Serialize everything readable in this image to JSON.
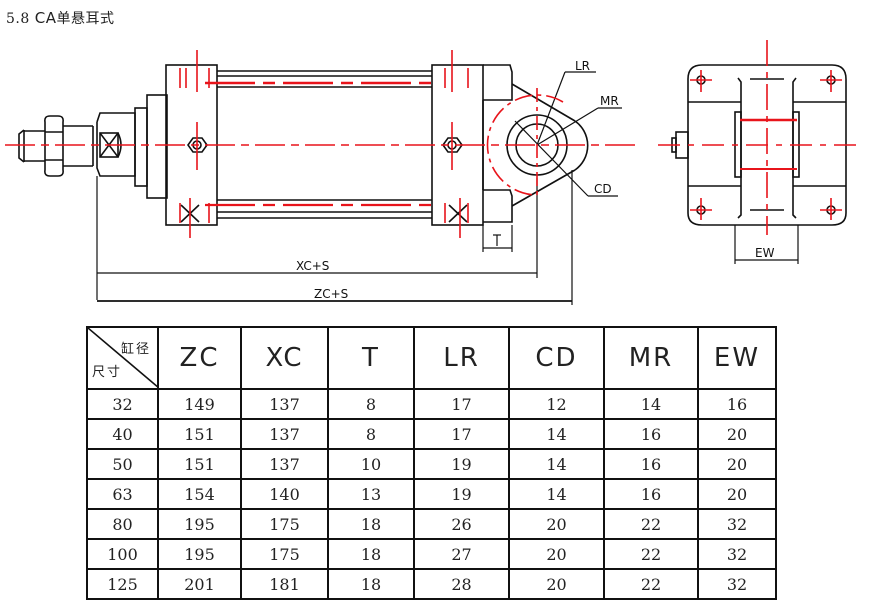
{
  "title": {
    "section": "5.8",
    "model": "CA",
    "name": "单悬耳式"
  },
  "drawing": {
    "labels": {
      "lr": "LR",
      "mr": "MR",
      "cd": "CD",
      "t": "T",
      "ew": "EW",
      "xc_s": "XC+S",
      "zc_s": "ZC+S"
    },
    "colors": {
      "line": "#111111",
      "centerline": "#e8141b"
    }
  },
  "table": {
    "corner": {
      "top_right": "缸径",
      "bottom_left": "尺寸"
    },
    "columns": [
      "ZC",
      "XC",
      "T",
      "LR",
      "CD",
      "MR",
      "EW"
    ],
    "rows": [
      {
        "bore": "32",
        "values": [
          "149",
          "137",
          "8",
          "17",
          "12",
          "14",
          "16"
        ]
      },
      {
        "bore": "40",
        "values": [
          "151",
          "137",
          "8",
          "17",
          "14",
          "16",
          "20"
        ]
      },
      {
        "bore": "50",
        "values": [
          "151",
          "137",
          "10",
          "19",
          "14",
          "16",
          "20"
        ]
      },
      {
        "bore": "63",
        "values": [
          "154",
          "140",
          "13",
          "19",
          "14",
          "16",
          "20"
        ]
      },
      {
        "bore": "80",
        "values": [
          "195",
          "175",
          "18",
          "26",
          "20",
          "22",
          "32"
        ]
      },
      {
        "bore": "100",
        "values": [
          "195",
          "175",
          "18",
          "27",
          "20",
          "22",
          "32"
        ]
      },
      {
        "bore": "125",
        "values": [
          "201",
          "181",
          "18",
          "28",
          "20",
          "22",
          "32"
        ]
      }
    ]
  }
}
